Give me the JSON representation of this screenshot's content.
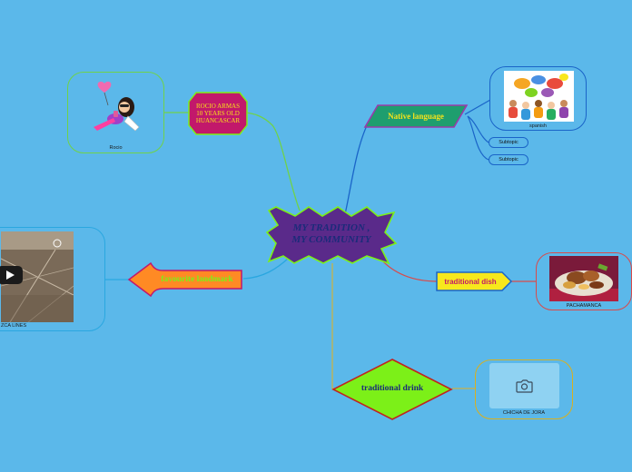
{
  "center": {
    "line1": "MY TRADITION ,",
    "line2": "MY COMMUNITY"
  },
  "profile": {
    "text_lines": [
      "ROCIO ARMAS",
      "10 YEARS OLD",
      "HUANCASCAR"
    ],
    "image_caption": "Rocio"
  },
  "native_language": {
    "label": "Native language",
    "image_caption": "spanish",
    "subtopics": [
      "Subtopic",
      "Subtopic"
    ]
  },
  "dish": {
    "label": "traditional dish",
    "image_caption": "PACHAMANCA"
  },
  "drink": {
    "label": "traditional drink",
    "image_caption": "CHICHA DE JORA"
  },
  "landmark": {
    "label": "favourite landmark",
    "video_caption": "ZCA LINES"
  },
  "colors": {
    "background": "#5bb8ea",
    "center_fill": "#5a2a8a",
    "profile_fill": "#c2186b",
    "language_fill": "#1e9e6e",
    "dish_fill": "#f7e81c",
    "drink_fill": "#7cf018",
    "landmark_fill": "#ff8a24"
  }
}
